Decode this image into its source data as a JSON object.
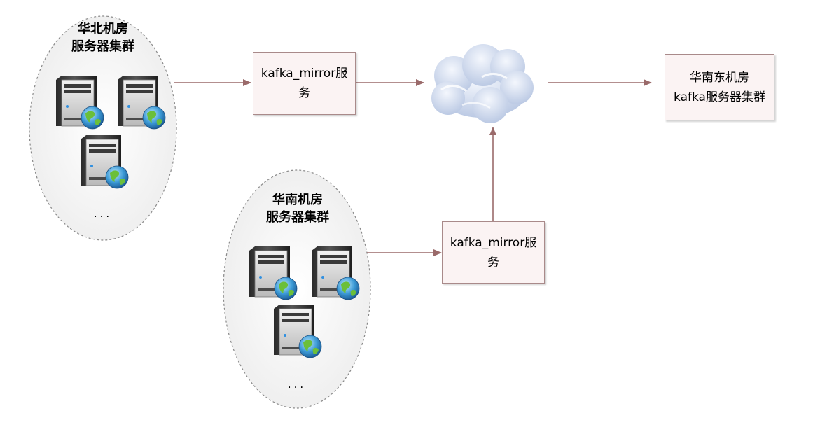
{
  "north_cluster": {
    "title_line1": "华北机房",
    "title_line2": "服务器集群",
    "more": "..."
  },
  "south_cluster": {
    "title_line1": "华南机房",
    "title_line2": "服务器集群",
    "more": "..."
  },
  "mirror_north": {
    "label_line1": "kafka_mirror服",
    "label_line2": "务"
  },
  "mirror_south": {
    "label_line1": "kafka_mirror服",
    "label_line2": "务"
  },
  "target": {
    "label_line1": "华南东机房",
    "label_line2": "kafka服务器集群"
  },
  "colors": {
    "arrow": "#9a6a6a",
    "box_fill": "#fbf3f3",
    "box_border": "#a98a8a",
    "cloud": "#c8d4ea"
  }
}
